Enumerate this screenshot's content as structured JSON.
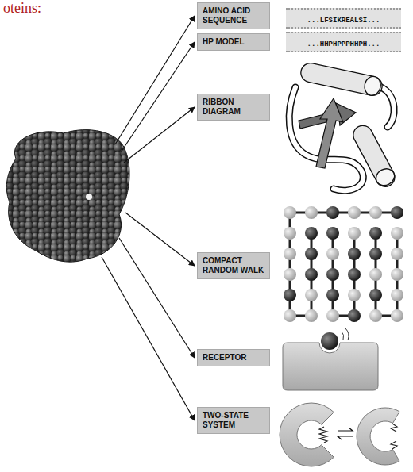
{
  "diagram": {
    "nodes": [
      {
        "text": [
          "AMINO ACID SEQUENCE"
        ]
      },
      {
        "text": [
          "...LFSIKREALSI..."
        ]
      },
      {
        "text": [
          "HP MODEL"
        ]
      },
      {
        "text": [
          "...HHPHPPPHHPH..."
        ]
      },
      {
        "text": [
          "RIBBON DIAGRAM"
        ]
      },
      {
        "text": [
          "COMPACT RANDOM WALK"
        ]
      },
      {
        "text": [
          "RECEPTOR"
        ]
      },
      {
        "text": [
          "TWO-STATE SYSTEM"
        ]
      }
    ],
    "labels": [
      "oteins:"
    ]
  }
}
